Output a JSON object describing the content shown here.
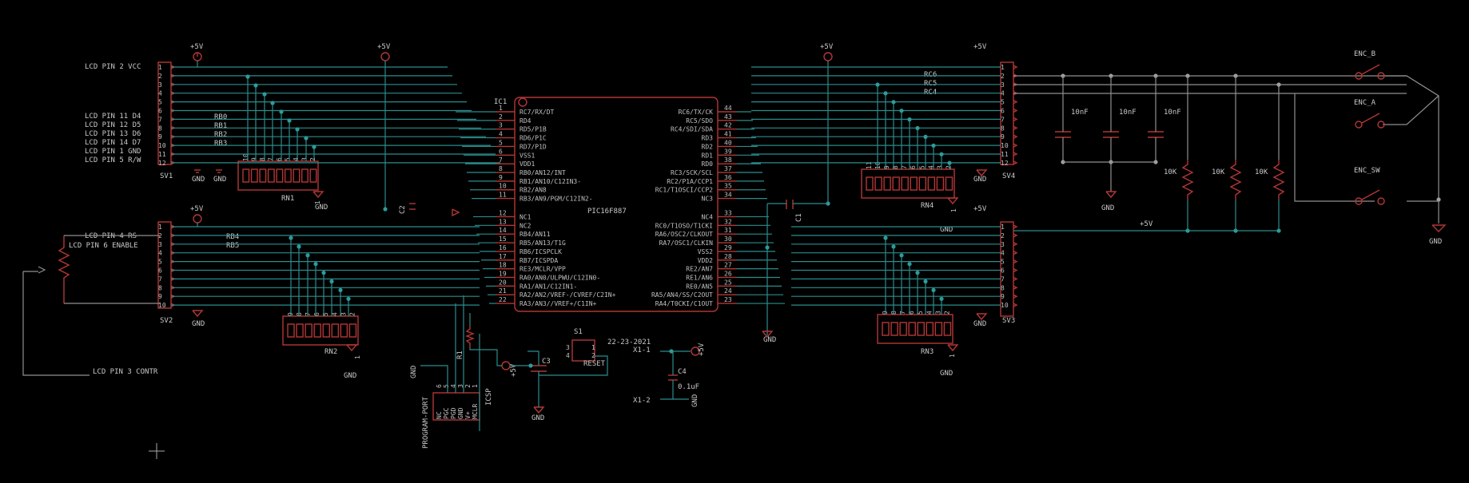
{
  "colors": {
    "background": "#000000",
    "wire": "#2b8c8c",
    "part": "#b33636",
    "text": "#c8c8c8"
  },
  "supply": "+5V",
  "ground": "GND",
  "ic": {
    "name": "IC1",
    "value": "PIC16F887",
    "left_pins": [
      {
        "num": "1",
        "name": "RC7/RX/DT"
      },
      {
        "num": "2",
        "name": "RD4"
      },
      {
        "num": "3",
        "name": "RD5/P1B"
      },
      {
        "num": "4",
        "name": "RD6/P1C"
      },
      {
        "num": "5",
        "name": "RD7/P1D"
      },
      {
        "num": "6",
        "name": "VSS1"
      },
      {
        "num": "7",
        "name": "VDD1"
      },
      {
        "num": "8",
        "name": "RB0/AN12/INT"
      },
      {
        "num": "9",
        "name": "RB1/AN10/C12IN3-"
      },
      {
        "num": "10",
        "name": "RB2/AN8"
      },
      {
        "num": "11",
        "name": "RB3/AN9/PGM/C12IN2-"
      },
      {
        "num": "12",
        "name": "NC1"
      },
      {
        "num": "13",
        "name": "NC2"
      },
      {
        "num": "14",
        "name": "RB4/AN11"
      },
      {
        "num": "15",
        "name": "RB5/AN13/T1G"
      },
      {
        "num": "16",
        "name": "RB6/ICSPCLK"
      },
      {
        "num": "17",
        "name": "RB7/ICSPDA"
      },
      {
        "num": "18",
        "name": "RE3/MCLR/VPP"
      },
      {
        "num": "19",
        "name": "RA0/AN0/ULPWU/C12IN0-"
      },
      {
        "num": "20",
        "name": "RA1/AN1/C12IN1-"
      },
      {
        "num": "21",
        "name": "RA2/AN2/VREF-/CVREF/C2IN+"
      },
      {
        "num": "22",
        "name": "RA3/AN3//VREF+/C1IN+"
      }
    ],
    "right_pins": [
      {
        "num": "44",
        "name": "RC6/TX/CK"
      },
      {
        "num": "43",
        "name": "RC5/SDO"
      },
      {
        "num": "42",
        "name": "RC4/SDI/SDA"
      },
      {
        "num": "41",
        "name": "RD3"
      },
      {
        "num": "40",
        "name": "RD2"
      },
      {
        "num": "39",
        "name": "RD1"
      },
      {
        "num": "38",
        "name": "RD0"
      },
      {
        "num": "37",
        "name": "RC3/SCK/SCL"
      },
      {
        "num": "36",
        "name": "RC2/P1A/CCP1"
      },
      {
        "num": "35",
        "name": "RC1/T1OSCI/CCP2"
      },
      {
        "num": "34",
        "name": "NC3"
      },
      {
        "num": "33",
        "name": "NC4"
      },
      {
        "num": "32",
        "name": "RC0/T1OSO/T1CKI"
      },
      {
        "num": "31",
        "name": "RA6/OSC2/CLKOUT"
      },
      {
        "num": "30",
        "name": "RA7/OSC1/CLKIN"
      },
      {
        "num": "29",
        "name": "VSS2"
      },
      {
        "num": "28",
        "name": "VDD2"
      },
      {
        "num": "27",
        "name": "RE2/AN7"
      },
      {
        "num": "26",
        "name": "RE1/AN6"
      },
      {
        "num": "25",
        "name": "RE0/AN5"
      },
      {
        "num": "24",
        "name": "RA5/AN4/SS/C2OUT"
      },
      {
        "num": "23",
        "name": "RA4/T0CKI/C1OUT"
      }
    ]
  },
  "headers": {
    "sv1": {
      "name": "SV1",
      "pins": [
        "1",
        "2",
        "3",
        "4",
        "5",
        "6",
        "7",
        "8",
        "9",
        "10",
        "11",
        "12"
      ]
    },
    "sv2": {
      "name": "SV2",
      "pins": [
        "1",
        "2",
        "3",
        "4",
        "5",
        "6",
        "7",
        "8",
        "9",
        "10"
      ]
    },
    "sv3": {
      "name": "SV3",
      "pins": [
        "1",
        "2",
        "3",
        "4",
        "5",
        "6",
        "7",
        "8",
        "9",
        "10"
      ]
    },
    "sv4": {
      "name": "SV4",
      "pins": [
        "1",
        "2",
        "3",
        "4",
        "5",
        "6",
        "7",
        "8",
        "9",
        "10",
        "11",
        "12"
      ]
    }
  },
  "resistor_networks": {
    "rn1": {
      "name": "RN1",
      "pins": [
        "10",
        "9",
        "8",
        "7",
        "6",
        "5",
        "4",
        "3",
        "2"
      ],
      "common": "1"
    },
    "rn2": {
      "name": "RN2",
      "pins": [
        "9",
        "8",
        "7",
        "6",
        "5",
        "4",
        "3",
        "2"
      ],
      "common": "1"
    },
    "rn3": {
      "name": "RN3",
      "pins": [
        "9",
        "8",
        "7",
        "6",
        "5",
        "4",
        "3",
        "2"
      ],
      "common": "1"
    },
    "rn4": {
      "name": "RN4",
      "pins": [
        "11",
        "10",
        "9",
        "8",
        "7",
        "6",
        "5",
        "4",
        "3",
        "2"
      ],
      "common": "1"
    }
  },
  "lcd_labels_sv1": [
    "LCD PIN 2 VCC",
    "LCD PIN 11 D4",
    "LCD PIN 12 D5",
    "LCD PIN 13 D6",
    "LCD PIN 14 D7",
    "LCD PIN 1 GND",
    "LCD PIN 5 R/W"
  ],
  "lcd_labels_sv2": [
    "LCD PIN 4 RS",
    "LCD PIN 6 ENABLE"
  ],
  "lcd_contrast": "LCD PIN 3 CONTR",
  "net_labels_sv1": [
    "RB0",
    "RB1",
    "RB2",
    "RB3"
  ],
  "net_labels_sv2": [
    "RB4",
    "RB5"
  ],
  "net_labels_sv4": [
    "RC6",
    "RC5",
    "RC4"
  ],
  "caps": {
    "c1": "C1",
    "c2": "C2",
    "c3": "C3",
    "c4": "C4",
    "c4_value": "0.1uF",
    "enc_cap": "10nF"
  },
  "resistors": {
    "r1": "R1",
    "enc_res": "10K"
  },
  "switch": {
    "name": "S1",
    "label": "RESET",
    "pins": [
      "3",
      "4",
      "1",
      "2"
    ]
  },
  "date": "22-23-2021",
  "crystal": {
    "x1_1": "X1-1",
    "x1_2": "X1-2"
  },
  "encoder": {
    "enc_b": "ENC_B",
    "enc_a": "ENC_A",
    "enc_sw": "ENC_SW"
  },
  "program_port": {
    "name": "PROGRAM-PORT",
    "label": "ICSP",
    "pins": [
      "NC",
      "PGC",
      "PGD",
      "GND",
      "V+",
      "MCLR"
    ],
    "pin_numbers": [
      "6",
      "5",
      "4",
      "3",
      "2",
      "1"
    ]
  }
}
